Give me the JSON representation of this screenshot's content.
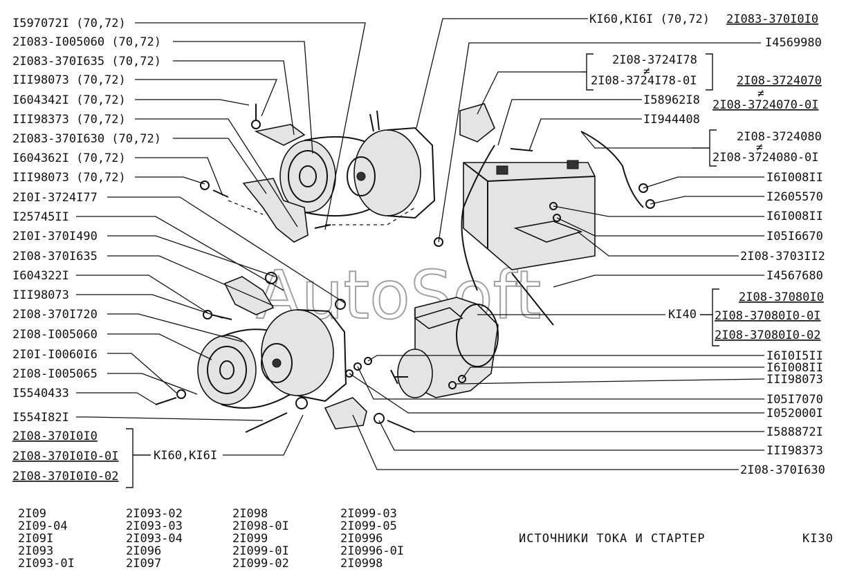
{
  "watermark": "AutoSoft",
  "sheet_title": "ИСТОЧНИКИ ТОКА И СТАРТЕР",
  "sheet_code": "КI30",
  "left_labels": [
    "I597072I (70,72)",
    "2I083-I005060 (70,72)",
    "2I083-370I635 (70,72)",
    "III98073 (70,72)",
    "I604342I (70,72)",
    "III98373 (70,72)",
    "2I083-370I630 (70,72)",
    "I604362I (70,72)",
    "III98073 (70,72)",
    "2I0I-3724I77",
    "I25745II",
    "2I0I-370I490",
    "2I08-370I635",
    "I604322I",
    "III98073",
    "2I08-370I720",
    "2I08-I005060",
    "2I0I-I0060I6",
    "2I08-I005065",
    "I5540433",
    "I554I82I"
  ],
  "left_group": {
    "items": [
      "2I08-370I0I0",
      "2I08-370I0I0-0I",
      "2I08-370I0I0-02"
    ],
    "models": "КI60,КI6I"
  },
  "top_label": {
    "models": "КI60,КI6I (70,72)",
    "part": "2I083-370I0I0"
  },
  "right_labels": [
    "I4569980",
    "I58962I8",
    "II944408",
    "I6I008II",
    "I2605570",
    "I6I008II",
    "I05I6670",
    "2I08-3703II2",
    "I4567680",
    "I6I0I5II",
    "I6I008II",
    "III98073",
    "I05I7070",
    "I052000I",
    "I588872I",
    "III98373",
    "2I08-370I630"
  ],
  "group_a": [
    "2I08-3724I78",
    "2I08-3724I78-0I"
  ],
  "group_b": [
    "2I08-3724070",
    "2I08-3724070-0I"
  ],
  "group_c": [
    "2I08-3724080",
    "2I08-3724080-0I"
  ],
  "group_d": {
    "models": "КI40",
    "items": [
      "2I08-37080I0",
      "2I08-37080I0-0I",
      "2I08-37080I0-02"
    ]
  },
  "applicability": [
    [
      "2I09",
      "2I09-04",
      "2I09I",
      "2I093",
      "2I093-0I"
    ],
    [
      "2I093-02",
      "2I093-03",
      "2I093-04",
      "2I096",
      "2I097"
    ],
    [
      "2I098",
      "2I098-0I",
      "2I099",
      "2I099-0I",
      "2I099-02"
    ],
    [
      "2I099-03",
      "2I099-05",
      "2I0996",
      "2I0996-0I",
      "2I0998"
    ]
  ]
}
